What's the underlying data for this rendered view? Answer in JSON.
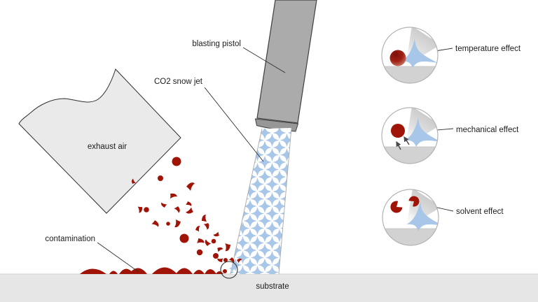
{
  "diagram": {
    "labels": {
      "blasting_pistol": "blasting pistol",
      "co2_snow_jet": "CO2 snow jet",
      "exhaust_air": "exhaust air",
      "contamination": "contamination",
      "substrate": "substrate"
    },
    "effects": [
      {
        "label": "temperature effect"
      },
      {
        "label": "mechanical effect"
      },
      {
        "label": "solvent effect"
      }
    ],
    "icons": {
      "jet_particle": "four-pointed-snow-star",
      "magnifier": "impact-zoom-circle"
    },
    "colors": {
      "contaminant_red": "#a01408",
      "snow_blue": "#a8c6e8",
      "pistol_gray": "#ababab",
      "pistol_tip_gray": "#979797",
      "exhaust_gray": "#eaeaea",
      "substrate_gray": "#e6e6e6",
      "inset_substrate_gray": "#d2d2d2",
      "line_dark": "#2f2f2f"
    }
  }
}
